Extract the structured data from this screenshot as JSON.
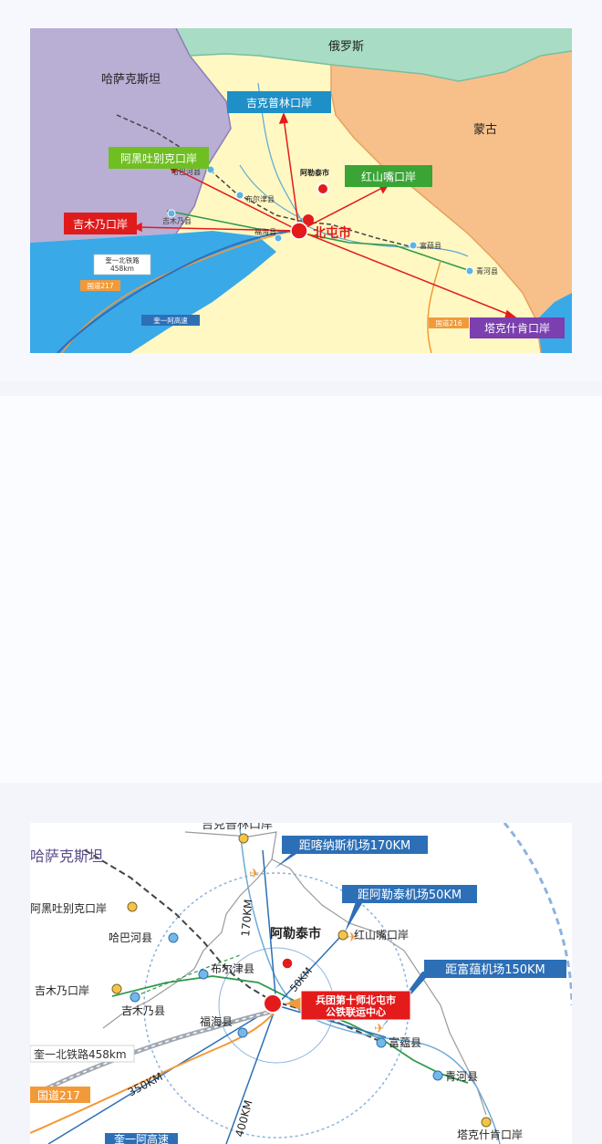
{
  "map1": {
    "regions": {
      "russia": "俄罗斯",
      "kazakhstan": "哈萨克斯坦",
      "mongolia": "蒙古"
    },
    "center": "北屯市",
    "ports": [
      {
        "id": "jikepulin",
        "label": "吉克普林口岸",
        "color": "#1f8fc7"
      },
      {
        "id": "ahetubieke",
        "label": "阿黑吐别克口岸",
        "color": "#6fbf22"
      },
      {
        "id": "hongshanzui",
        "label": "红山嘴口岸",
        "color": "#3aa535"
      },
      {
        "id": "jimunai",
        "label": "吉木乃口岸",
        "color": "#e01b1b"
      },
      {
        "id": "takeshiken",
        "label": "塔克什肯口岸",
        "color": "#7b3fb0"
      }
    ],
    "towns": {
      "altay": "阿勒泰市",
      "habahe": "哈巴河县",
      "burqin": "布尔津县",
      "jimunai": "吉木乃县",
      "fuhai": "福海县",
      "fuyun": "富蕴县",
      "qinghe": "青河县"
    },
    "roads": {
      "railway": "奎一北铁路",
      "railway_len": "458km",
      "g217": "国道217",
      "expressway": "奎一阿高速",
      "g216": "国道216"
    }
  },
  "map2": {
    "top_label": "吉克普林口岸",
    "kazakhstan": "哈萨克斯坦",
    "airports": [
      {
        "id": "kanas",
        "label": "距喀纳斯机场170KM",
        "color": "#2c6fb7"
      },
      {
        "id": "altay",
        "label": "距阿勒泰机场50KM",
        "color": "#2c6fb7"
      },
      {
        "id": "fuyun",
        "label": "距富蕴机场150KM",
        "color": "#2c6fb7"
      }
    ],
    "center_line1": "兵团第十师北屯市",
    "center_line2": "公铁联运中心",
    "places": {
      "ahetubieke": "阿黑吐别克口岸",
      "habahe": "哈巴河县",
      "altay": "阿勒泰市",
      "hongshanzui": "红山嘴口岸",
      "burqin": "布尔津县",
      "jimunai_port": "吉木乃口岸",
      "jimunai": "吉木乃县",
      "fuhai": "福海县",
      "fuyun": "富蕴县",
      "qinghe": "青河县",
      "takeshiken": "塔克什肯口岸"
    },
    "distances": {
      "d170": "170KM",
      "d50": "50KM",
      "d350": "350KM",
      "d400": "400KM"
    },
    "roads": {
      "railway": "奎一北铁路458km",
      "g217": "国道217",
      "expressway": "奎一阿高速"
    }
  },
  "colors": {
    "kazakhstan": "#b9aed4",
    "russia": "#a8dcc4",
    "mongolia": "#f7c08a",
    "china": "#fff8c2",
    "water": "#3aa9e8",
    "arrow": "#e31b1b"
  }
}
